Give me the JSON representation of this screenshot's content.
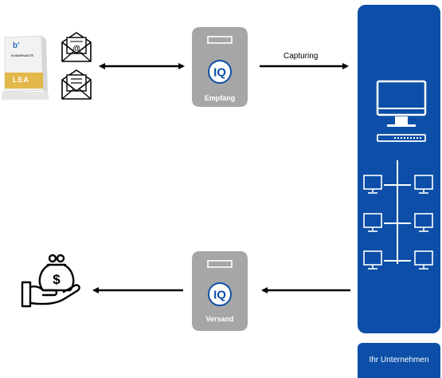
{
  "product": {
    "brand_mark": "b'",
    "title": "KUNDENAKTE",
    "badge": "LEA"
  },
  "servers": [
    {
      "label": "Empfang"
    },
    {
      "label": "Versand"
    }
  ],
  "arrows": {
    "capturing_label": "Capturing"
  },
  "company": {
    "label": "Ihr Unternehmen"
  },
  "colors": {
    "brand_blue": "#0d4fa8",
    "server_gray": "#a6a6a6",
    "badge_gold": "#e3b84a"
  }
}
